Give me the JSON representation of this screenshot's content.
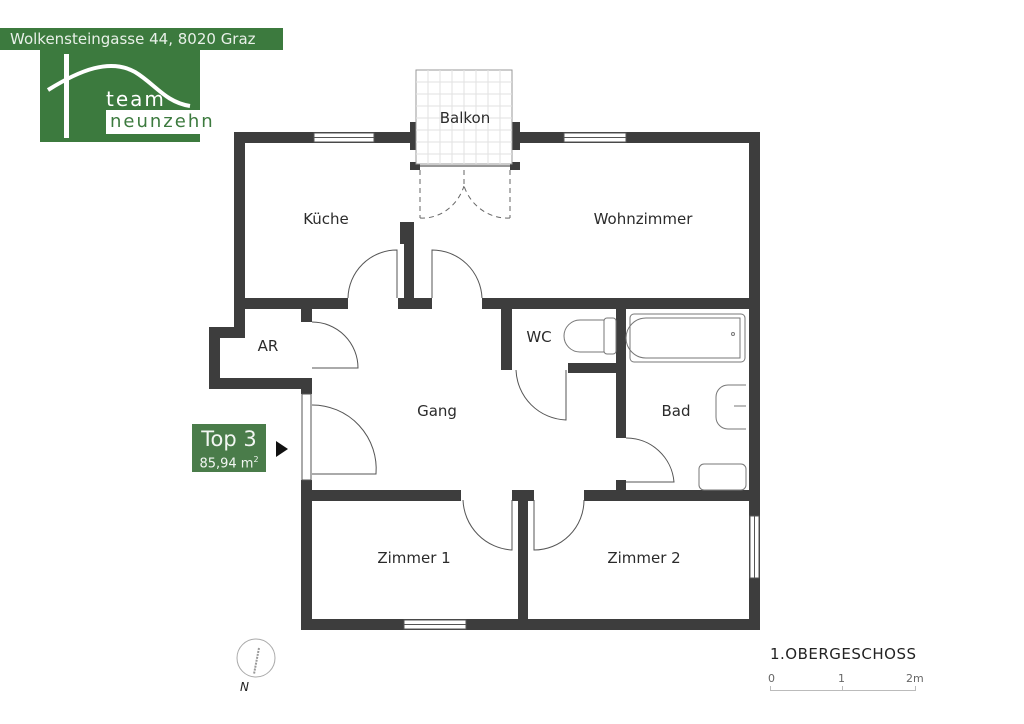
{
  "header": {
    "address": "Wolkensteingasse 44, 8020 Graz",
    "logo": {
      "line1": "team",
      "line2": "neunzehn",
      "brand_color": "#3c7a3e"
    }
  },
  "unit": {
    "name": "Top 3",
    "area_value": "85,94 m",
    "area_sup": "2",
    "badge_color": "#4a7c4a",
    "entry_indicator": "entry-arrow-icon"
  },
  "rooms": [
    {
      "id": "balkon",
      "label": "Balkon"
    },
    {
      "id": "kueche",
      "label": "Küche"
    },
    {
      "id": "wohnzimmer",
      "label": "Wohnzimmer"
    },
    {
      "id": "ar",
      "label": "AR"
    },
    {
      "id": "wc",
      "label": "WC"
    },
    {
      "id": "gang",
      "label": "Gang"
    },
    {
      "id": "bad",
      "label": "Bad"
    },
    {
      "id": "zimmer1",
      "label": "Zimmer 1"
    },
    {
      "id": "zimmer2",
      "label": "Zimmer 2"
    }
  ],
  "floor": {
    "label": "1.OBERGESCHOSS"
  },
  "scale": {
    "ticks": [
      "0",
      "1",
      "2m"
    ]
  },
  "compass": {
    "label": "N"
  },
  "colors": {
    "wall": "#3d3d3d",
    "line": "#555555"
  }
}
